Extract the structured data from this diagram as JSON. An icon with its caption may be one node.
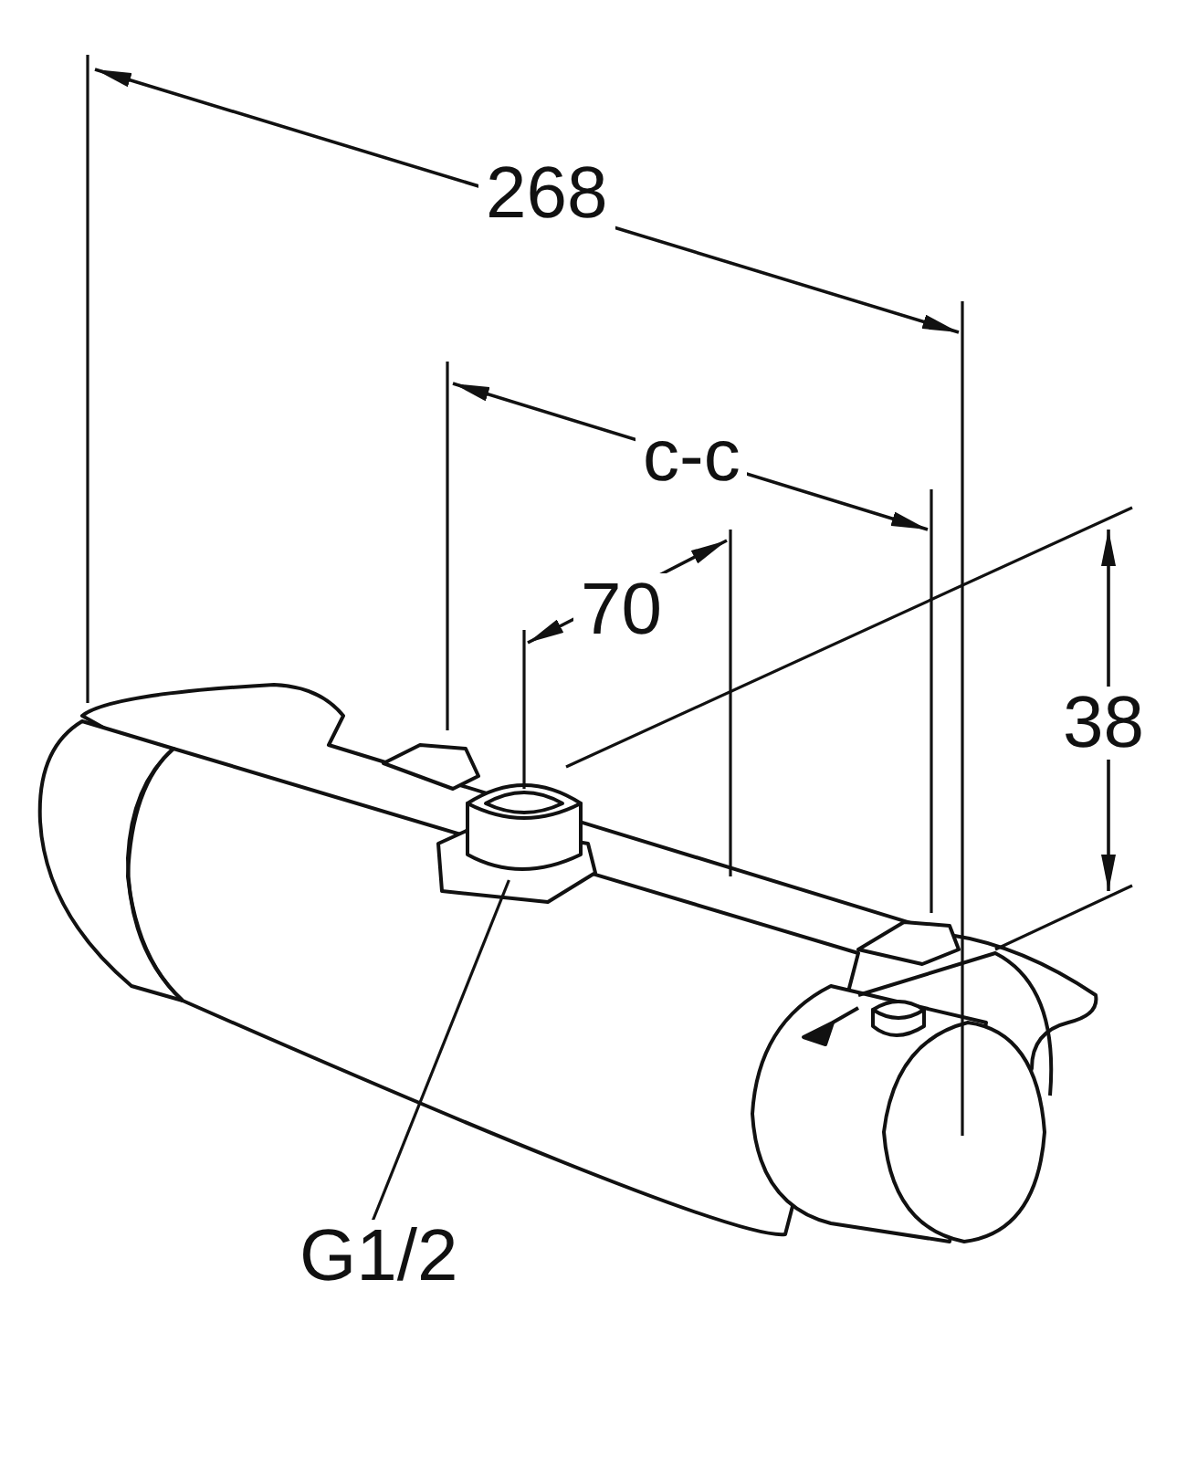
{
  "diagram": {
    "nodes": [
      {
        "text": [
          "G1/2"
        ]
      },
      {
        "text": [],
        "shape": "picture"
      }
    ],
    "edges": [
      {
        "from": 0,
        "to": 1,
        "arrow": "none"
      }
    ],
    "labels": [
      "268",
      "c-c",
      "70",
      "38"
    ]
  }
}
